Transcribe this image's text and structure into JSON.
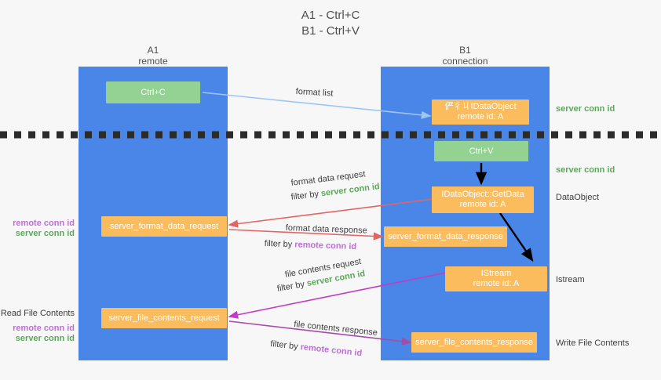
{
  "title": {
    "line1": "A1 - Ctrl+C",
    "line2": "B1 - Ctrl+V"
  },
  "lanes": [
    {
      "name": "A1",
      "sub": "remote"
    },
    {
      "name": "B1",
      "sub": "connection"
    }
  ],
  "colors": {
    "lane": "#4a86e8",
    "green_box": "#93d293",
    "orange_box": "#fbbc5e",
    "green_text": "#5aa85a",
    "purple_text": "#bd6fd4",
    "dark_text": "#3d3d3d",
    "arrow_blue": "#9fc5f8",
    "arrow_red": "#e06666",
    "arrow_magenta": "#c23bc2",
    "arrow_purple": "#a64ca6",
    "arrow_black": "#000000"
  },
  "boxes": {
    "ctrl_c": {
      "line1": "Ctrl+C",
      "line2": ""
    },
    "ctrl_v": {
      "line1": "Ctrl+V",
      "line2": ""
    },
    "idataobject": {
      "line1": "俨彳丩IDataObject",
      "line2": "remote id: A"
    },
    "getdata": {
      "line1": "IDataObject::GetData",
      "line2": "remote id: A"
    },
    "istream": {
      "line1": "IStream",
      "line2": "remote id: A"
    },
    "fmt_req": {
      "line1": "server_format_data_request",
      "line2": ""
    },
    "fmt_resp": {
      "line1": "server_format_data_response",
      "line2": ""
    },
    "file_req": {
      "line1": "server_file_contents_request",
      "line2": ""
    },
    "file_resp": {
      "line1": "server_file_contents_response",
      "line2": ""
    }
  },
  "right_labels": {
    "server_conn_top": "server conn id",
    "server_conn_second": "server conn id",
    "dataobject": "DataObject",
    "istream": "Istream",
    "write_file_contents": "Write File Contents"
  },
  "left_labels": {
    "remote_conn_1": "remote conn id",
    "server_conn_1": "server conn id",
    "read_file_contents": "Read File Contents",
    "remote_conn_2": "remote conn id",
    "server_conn_2": "server conn id"
  },
  "annotations": {
    "format_list": "format list",
    "fmt_data_request": "format data request",
    "fmt_data_request_filter_pre": "filter by ",
    "fmt_data_request_filter_key": "server conn id",
    "fmt_data_response": "format data response",
    "fmt_data_response_filter_pre": "filter by ",
    "fmt_data_response_filter_key": "remote conn id",
    "file_contents_request": "file contents request",
    "file_contents_request_filter_pre": "filter by ",
    "file_contents_request_filter_key": "server conn id",
    "file_contents_response": "file contents response",
    "file_contents_response_filter_pre": "filter by ",
    "file_contents_response_filter_key": "remote conn id"
  }
}
